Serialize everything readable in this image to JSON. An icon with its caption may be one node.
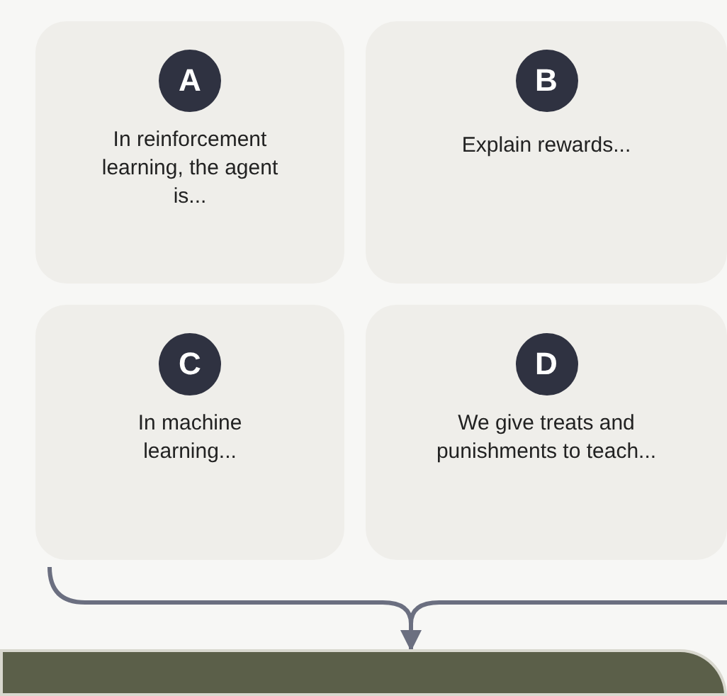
{
  "diagram": {
    "nodes": [
      {
        "text": [
          "A",
          "In reinforcement learning, the agent is..."
        ]
      },
      {
        "text": [
          "B",
          "Explain rewards..."
        ]
      },
      {
        "text": [
          "C",
          "In machine learning..."
        ]
      },
      {
        "text": [
          "D",
          "We give treats and punishments to teach..."
        ]
      },
      {
        "text": [],
        "shape": "bracket"
      },
      {
        "text": [],
        "shape": "box"
      }
    ],
    "edges": [
      {
        "from": 4,
        "to": 5,
        "arrow": "to"
      }
    ]
  }
}
